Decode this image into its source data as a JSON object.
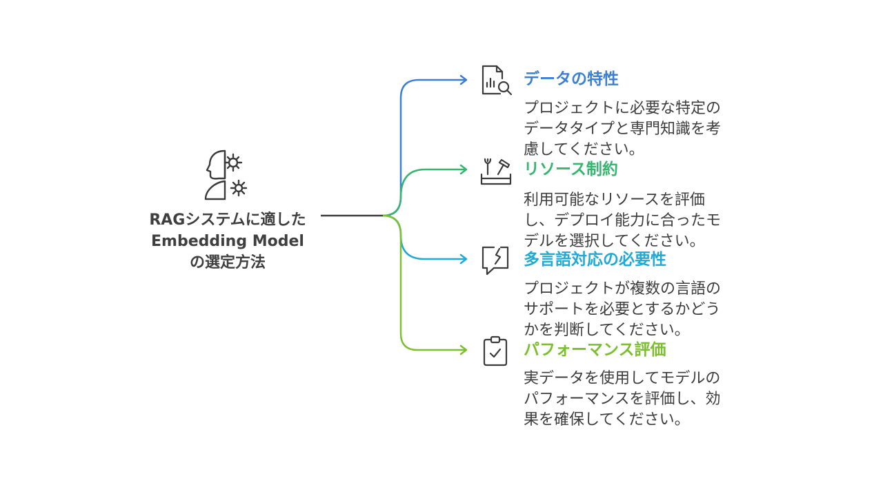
{
  "central": {
    "title": "RAGシステムに適した\nEmbedding Model\nの選定方法",
    "icon": "head-gears-icon"
  },
  "branches": [
    {
      "title": "データの特性",
      "description": "プロジェクトに必要な特定の\nデータタイプと専門知識を考\n慮してください。",
      "color": "#3b7fd4",
      "icon": "document-search-chart-icon"
    },
    {
      "title": "リソース制約",
      "description": "利用可能なリソースを評価\nし、デプロイ能力に合ったモ\nデルを選択してください。",
      "color": "#36b56e",
      "icon": "toolbox-wrench-hammer-icon"
    },
    {
      "title": "多言語対応の必要性",
      "description": "プロジェクトが複数の言語の\nサポートを必要とするかどう\nかを判断してください。",
      "color": "#1fa9d6",
      "icon": "broken-speech-bubble-icon"
    },
    {
      "title": "パフォーマンス評価",
      "description": "実データを使用してモデルの\nパフォーマンスを評価し、効\n果を確保してください。",
      "color": "#7cbf2e",
      "icon": "clipboard-check-icon"
    }
  ]
}
